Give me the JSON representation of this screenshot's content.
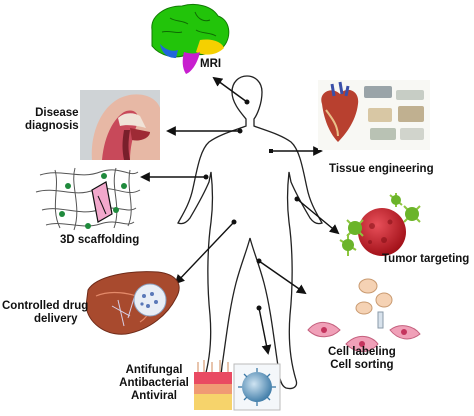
{
  "labels": {
    "mri": "MRI",
    "disease_diagnosis": [
      "Disease",
      "diagnosis"
    ],
    "tissue_engineering": "Tissue engineering",
    "scaffolding_3d": "3D scaffolding",
    "tumor_targeting": "Tumor targeting",
    "controlled_drug_delivery": [
      "Controlled drug",
      "delivery"
    ],
    "cell_labeling": "Cell labeling",
    "cell_sorting": "Cell sorting",
    "antifungal": "Antifungal",
    "antibacterial": "Antibacterial",
    "antiviral": "Antiviral"
  },
  "colors": {
    "brain": "#22c40a",
    "tumor": "#c4141e",
    "liver": "#a84a2e",
    "cells": "#f0a0b8",
    "virus": "#6fa6c8",
    "nanoparticle": "#1f8a3c"
  },
  "icons": [
    "brain-icon",
    "throat-anatomy-icon",
    "heart-anatomy-icon",
    "scaffold-mesh-icon",
    "tumor-nanoparticle-icon",
    "liver-icon",
    "cells-icon",
    "skin-layers-icon",
    "virus-icon",
    "human-body-outline"
  ]
}
